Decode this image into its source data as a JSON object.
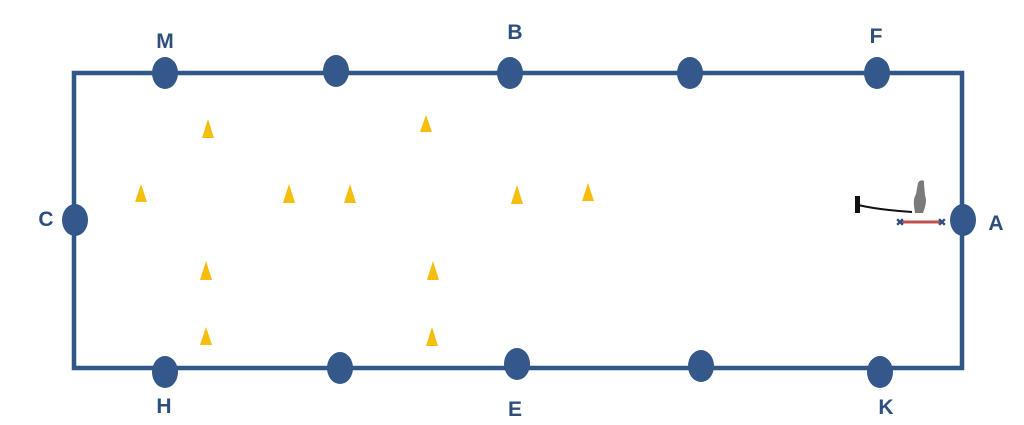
{
  "colors": {
    "arena": "#2f5788",
    "marker": "#34588a",
    "letter": "#2d4f7e",
    "cone": "#f5bd0c",
    "horse": "#7a7a7a",
    "whip": "#111111",
    "pole": "#c0504d",
    "pole_end": "#2d4f7e"
  },
  "arena": {
    "letters": {
      "M": "M",
      "B": "B",
      "F": "F",
      "C": "C",
      "A": "A",
      "H": "H",
      "E": "E",
      "K": "K"
    },
    "cone_icon": "triangle-cone",
    "horse_icon": "horse-topview"
  }
}
